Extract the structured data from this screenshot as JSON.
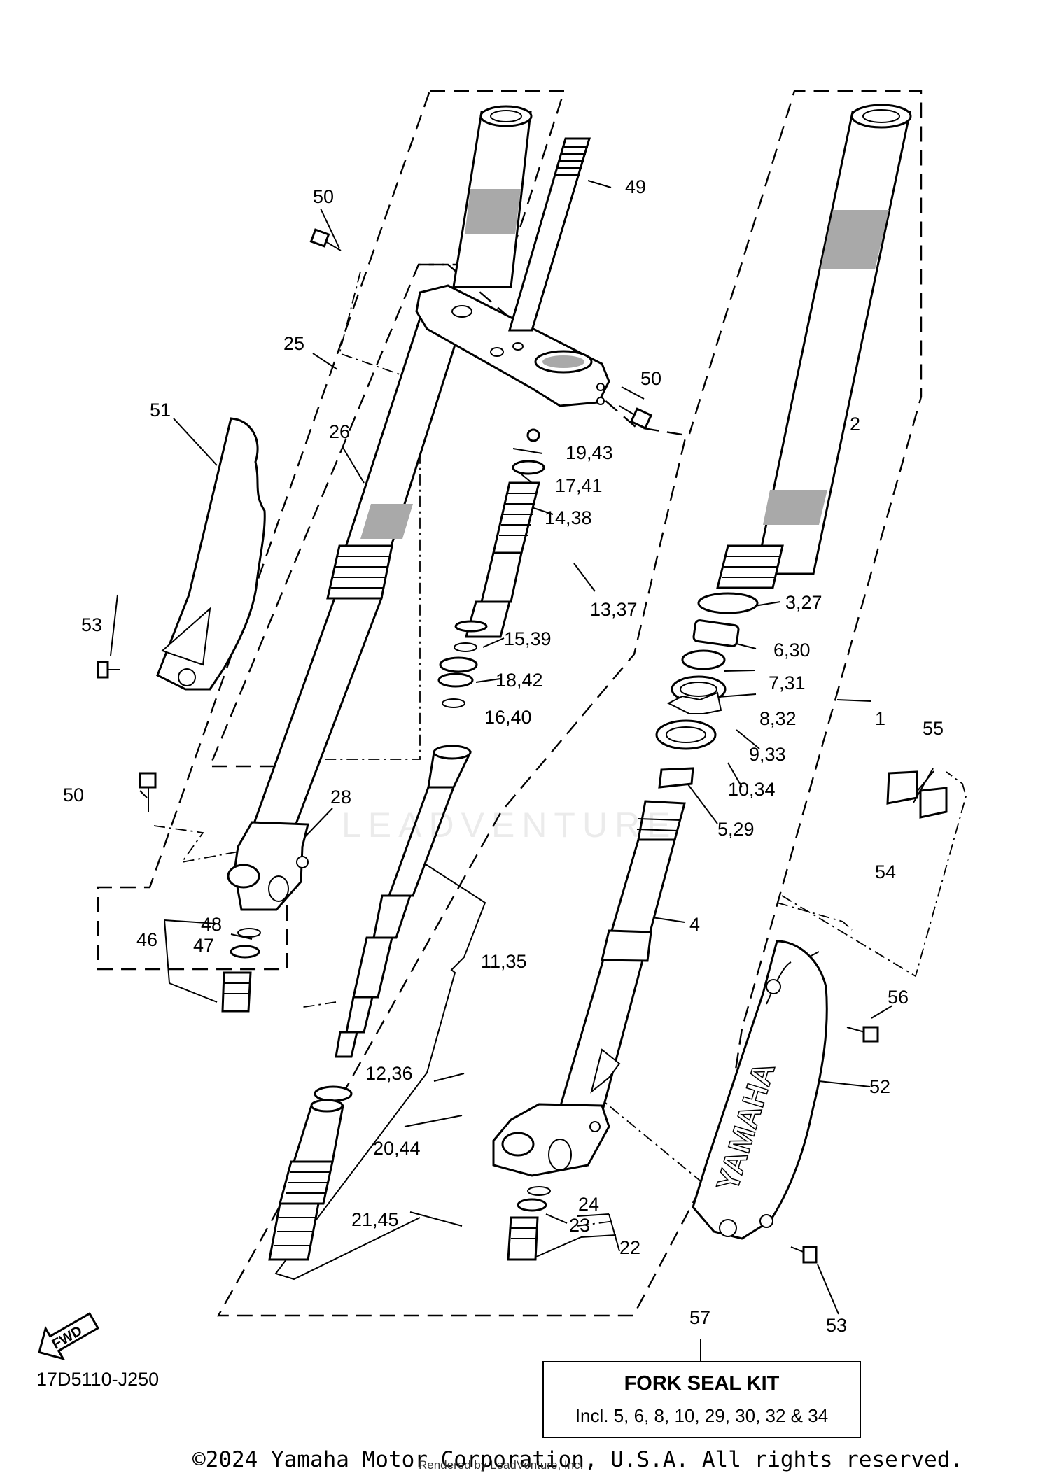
{
  "diagram_code": "17D5110-J250",
  "copyright": "©2024 Yamaha Motor Corporation, U.S.A. All rights reserved.",
  "rendered_by": "Rendered by LeadVenture, Inc.",
  "watermark": "LEADVENTURE",
  "direction_badge": "FWD",
  "kit": {
    "number": "57",
    "title": "FORK SEAL KIT",
    "description": "Incl. 5, 6, 8, 10, 29, 30, 32 & 34"
  },
  "fender_brand": "YAMAHA",
  "callouts": {
    "c50_top": "50",
    "c49": "49",
    "c25": "25",
    "c50_mid": "50",
    "c51": "51",
    "c26": "26",
    "c19_43": "19,43",
    "c17_41": "17,41",
    "c14_38": "14,38",
    "c2": "2",
    "c13_37": "13,37",
    "c3_27": "3,27",
    "c53_left": "53",
    "c15_39": "15,39",
    "c6_30": "6,30",
    "c18_42": "18,42",
    "c7_31": "7,31",
    "c16_40": "16,40",
    "c8_32": "8,32",
    "c1": "1",
    "c55": "55",
    "c9_33": "9,33",
    "c10_34": "10,34",
    "c50_left": "50",
    "c28": "28",
    "c5_29": "5,29",
    "c54": "54",
    "c48": "48",
    "c4": "4",
    "c46": "46",
    "c47": "47",
    "c11_35": "11,35",
    "c56": "56",
    "c12_36": "12,36",
    "c52": "52",
    "c20_44": "20,44",
    "c24": "24",
    "c21_45": "21,45",
    "c23": "23",
    "c22": "22",
    "c53_right": "53"
  }
}
